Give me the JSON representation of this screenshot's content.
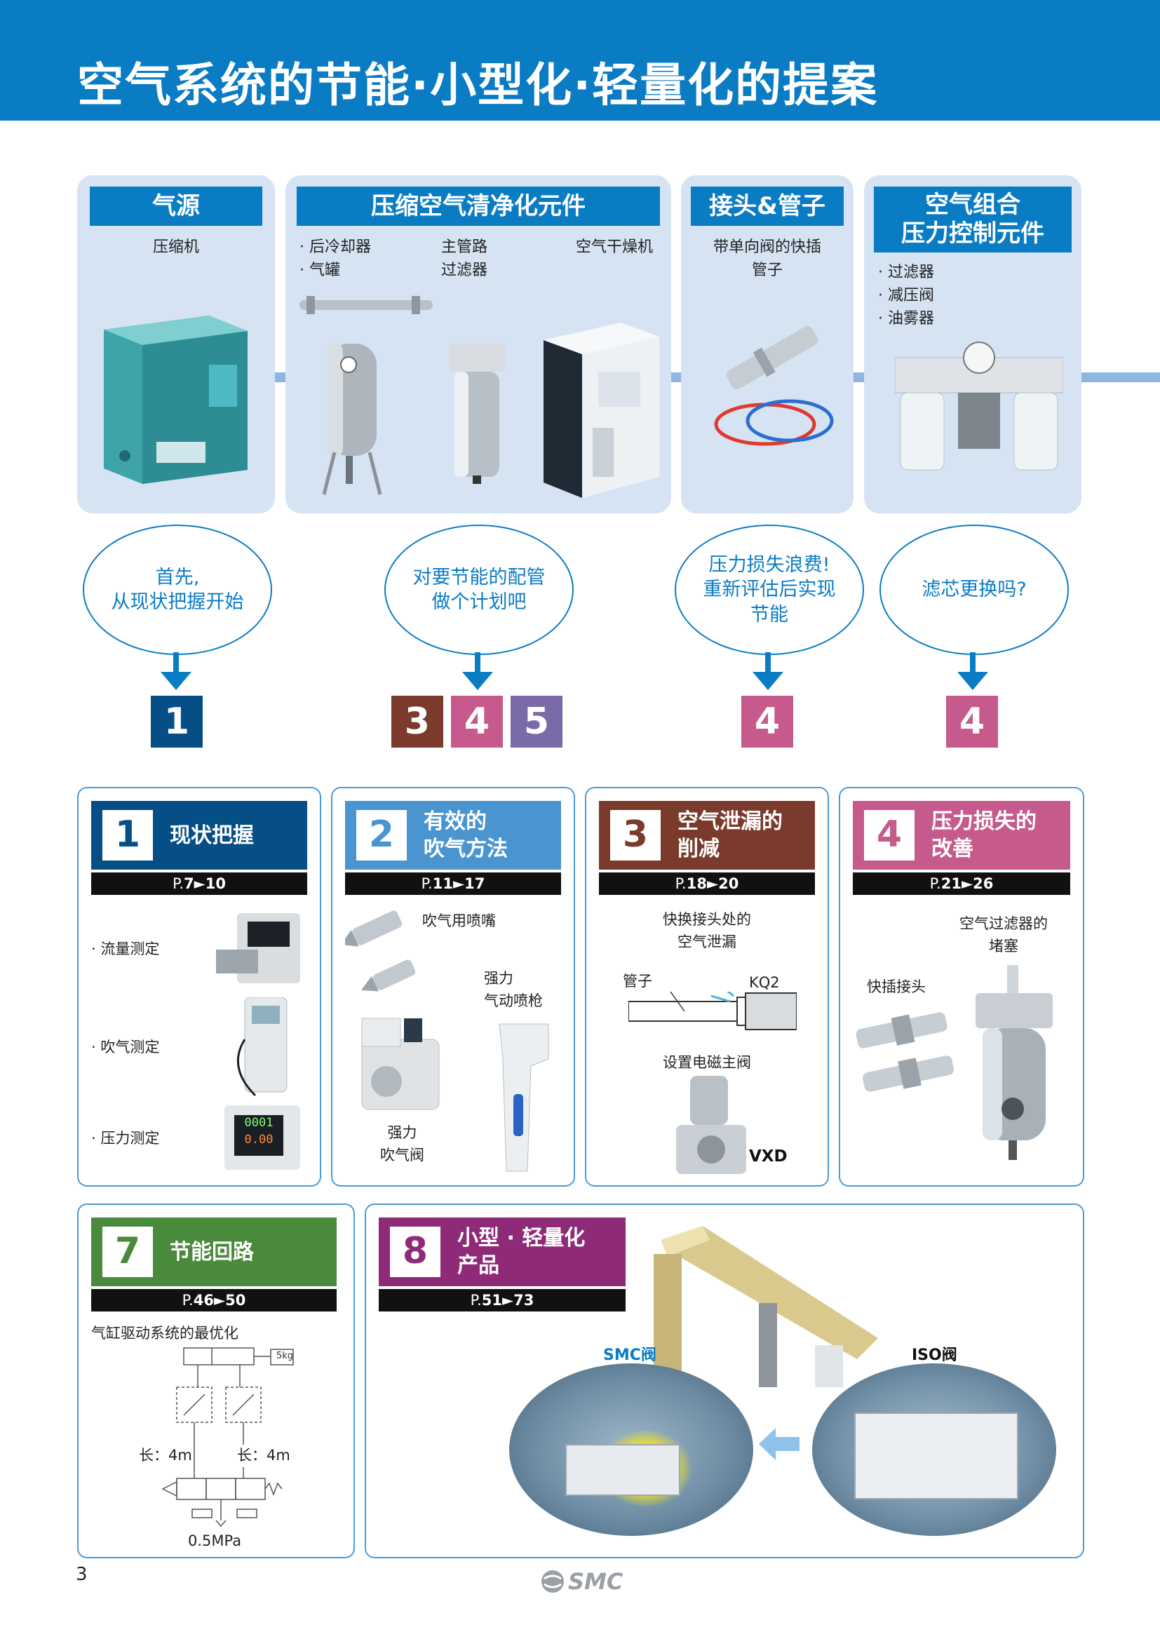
{
  "page_title": "空气系统的节能·小型化·轻量化的提案",
  "panels": {
    "source": {
      "title": "气源",
      "items": [
        "压缩机"
      ]
    },
    "purification": {
      "title": "压缩空气清净化元件",
      "col1": [
        "· 后冷却器",
        "· 气罐"
      ],
      "col2": [
        "主管路",
        "过滤器"
      ],
      "col3": [
        "空气干燥机"
      ]
    },
    "fittings": {
      "title": "接头&管子",
      "items": [
        "带单向阀的快插",
        "管子"
      ]
    },
    "combo": {
      "title_line1": "空气组合",
      "title_line2": "压力控制元件",
      "items": [
        "· 过滤器",
        "· 减压阀",
        "· 油雾器"
      ]
    }
  },
  "bubbles": [
    {
      "line1": "首先,",
      "line2": "从现状把握开始"
    },
    {
      "line1": "对要节能的配管",
      "line2": "做个计划吧"
    },
    {
      "line1": "压力损失浪费!",
      "line2": "重新评估后实现",
      "line3": "节能"
    },
    {
      "line1": "滤芯更换吗?"
    }
  ],
  "numbers": [
    "1",
    "3",
    "4",
    "5",
    "4",
    "4"
  ],
  "colors": {
    "blue": "#0a7cc4",
    "navy": "#064f86",
    "brown": "#7a3b2c",
    "pink": "#c75a8c",
    "purple": "#7a6aa8",
    "green": "#4a8a3c",
    "plum": "#8e2a78"
  },
  "cards": {
    "c1": {
      "num": "1",
      "title": "现状把握",
      "pages_prefix": "P.",
      "pages": "7►10",
      "labels": [
        "· 流量测定",
        "· 吹气测定",
        "· 压力测定"
      ],
      "display1": "0001",
      "display2": "0.00"
    },
    "c2": {
      "num": "2",
      "title_line1": "有效的",
      "title_line2": "吹气方法",
      "pages_prefix": "P.",
      "pages": "11►17",
      "label_nozzle": "吹气用喷嘴",
      "label_gun_1": "强力",
      "label_gun_2": "气动喷枪",
      "label_valve_1": "强力",
      "label_valve_2": "吹气阀"
    },
    "c3": {
      "num": "3",
      "title_line1": "空气泄漏的",
      "title_line2": "削减",
      "pages_prefix": "P.",
      "pages": "18►20",
      "label_top_1": "快换接头处的",
      "label_top_2": "空气泄漏",
      "label_tube": "管子",
      "label_kq2": "KQ2",
      "label_valve": "设置电磁主阀",
      "label_vxd": "VXD"
    },
    "c4": {
      "num": "4",
      "title_line1": "压力损失的",
      "title_line2": "改善",
      "pages_prefix": "P.",
      "pages": "21►26",
      "label_filter_1": "空气过滤器的",
      "label_filter_2": "堵塞",
      "label_quick": "快插接头"
    },
    "c7": {
      "num": "7",
      "title": "节能回路",
      "pages_prefix": "P.",
      "pages": "46►50",
      "subtitle": "气缸驱动系统的最优化",
      "len_left": "长：4m",
      "len_right": "长：4m",
      "pressure": "0.5MPa",
      "weight": "5kg"
    },
    "c8": {
      "num": "8",
      "title_line1": "小型 · 轻量化",
      "title_line2": "产品",
      "pages_prefix": "P.",
      "pages": "51►73",
      "label_smc": "SMC阀",
      "label_iso": "ISO阀"
    }
  },
  "footer": {
    "page_number": "3",
    "logo": "SMC"
  }
}
